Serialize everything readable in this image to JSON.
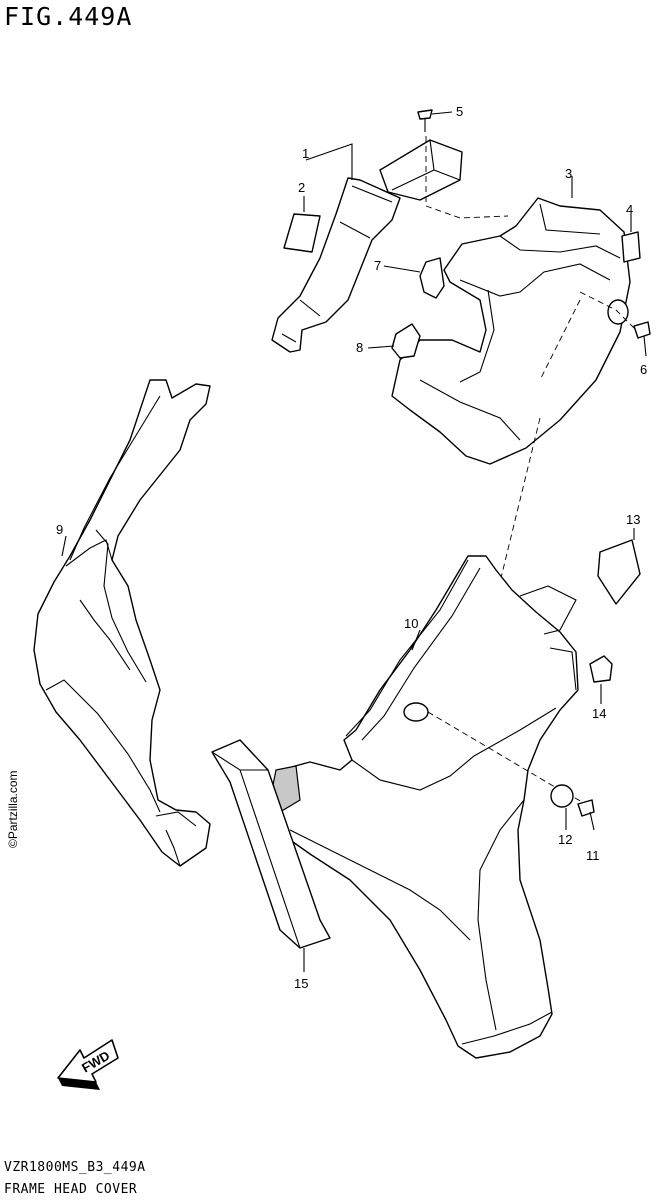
{
  "figure": {
    "title": "FIG.449A",
    "code": "VZR1800MS_B3_449A",
    "name": "FRAME HEAD COVER",
    "watermark": "©Partzilla.com",
    "fwd_label": "FWD"
  },
  "callouts": [
    "1",
    "2",
    "3",
    "4",
    "5",
    "6",
    "7",
    "8",
    "9",
    "10",
    "11",
    "12",
    "13",
    "14",
    "15"
  ]
}
